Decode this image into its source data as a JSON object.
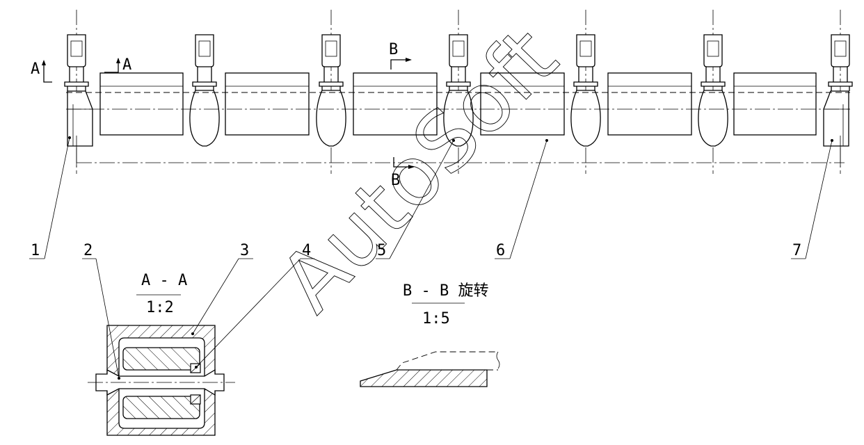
{
  "part_labels": [
    "1",
    "2",
    "3",
    "4",
    "5",
    "6",
    "7"
  ],
  "section_markers": {
    "a_left": "A",
    "a_right": "A",
    "b_top": "B",
    "b_bottom": "B"
  },
  "section_aa": {
    "title": "A - A",
    "scale": "1:2"
  },
  "section_bb": {
    "title": "B - B 旋转",
    "scale": "1:5"
  },
  "watermark": "AutoSoft"
}
